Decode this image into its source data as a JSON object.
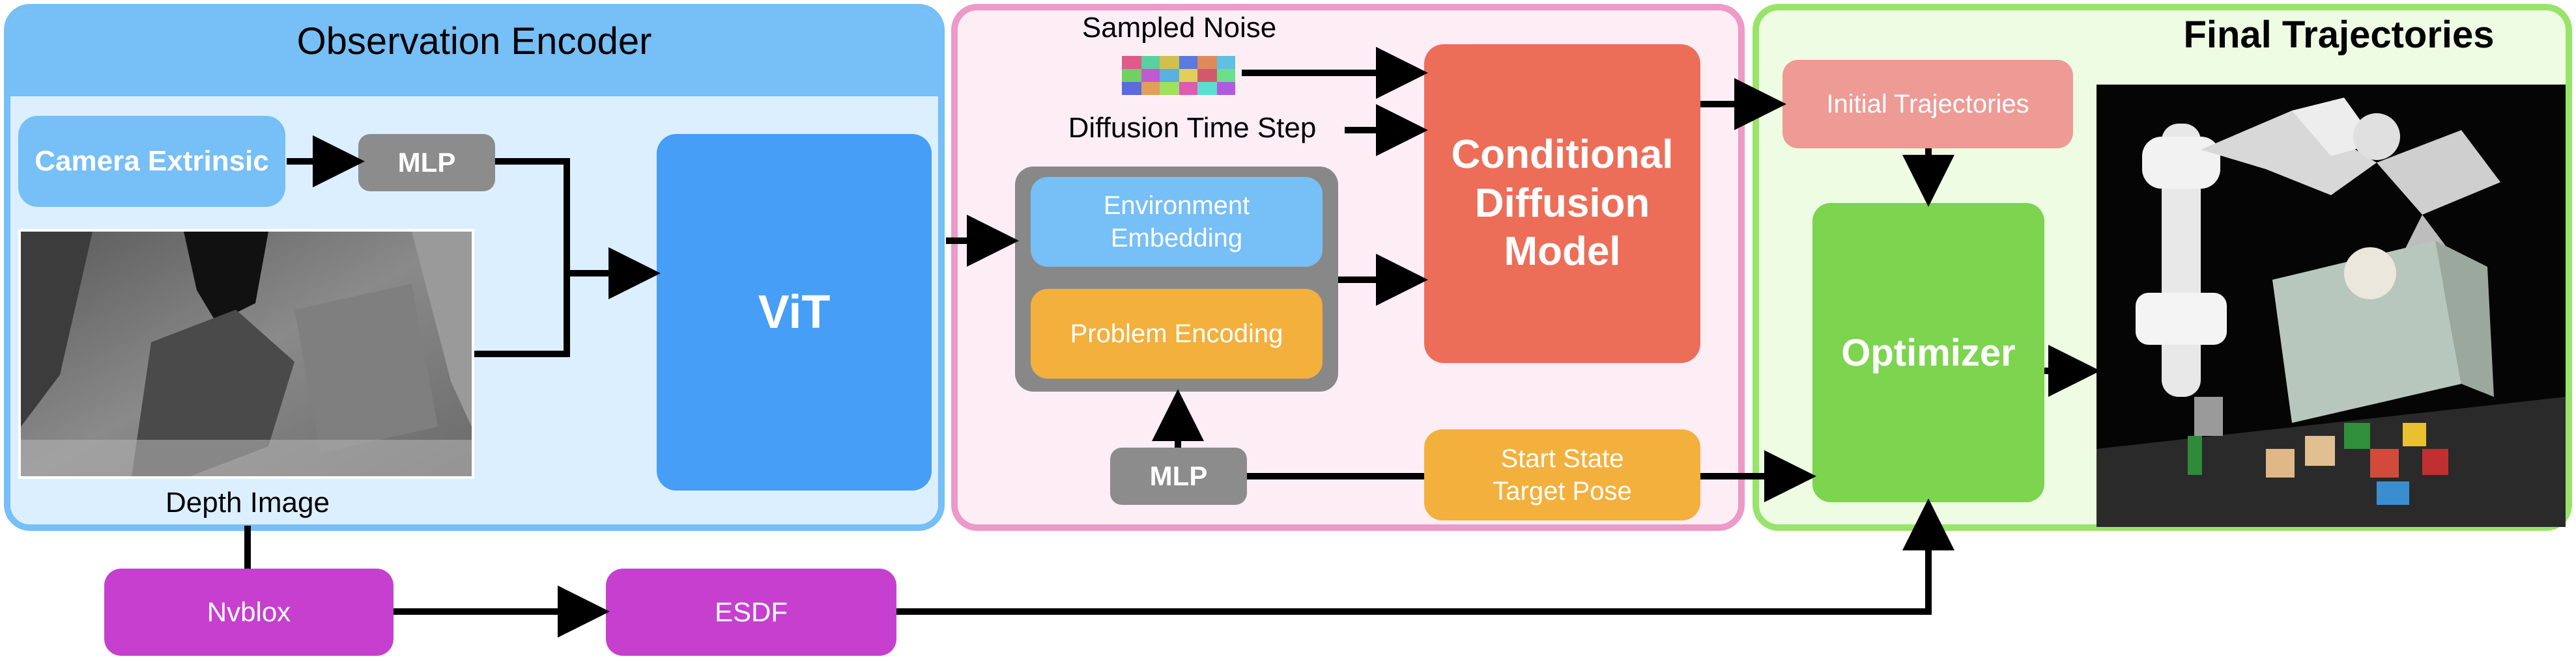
{
  "panels": {
    "observation_encoder": {
      "title": "Observation Encoder"
    },
    "diffusion": {},
    "final": {
      "title": "Final Trajectories"
    }
  },
  "nodes": {
    "camera_extrinsic": "Camera Extrinsic",
    "mlp_top": "MLP",
    "vit": "ViT",
    "depth_image_label": "Depth Image",
    "sampled_noise_label": "Sampled Noise",
    "diffusion_time_step": "Diffusion Time Step",
    "environment_embedding": "Environment Embedding",
    "problem_encoding": "Problem Encoding",
    "conditional_diffusion_model": "Conditional Diffusion Model",
    "mlp_bottom": "MLP",
    "start_state_target_pose": "Start State Target Pose",
    "initial_trajectories": "Initial Trajectories",
    "optimizer": "Optimizer",
    "nvblox": "Nvblox",
    "esdf": "ESDF"
  },
  "colors": {
    "encoder_fill": "#dcefff",
    "encoder_border": "#76bff7",
    "encoder_header": "#76bff7",
    "diffusion_fill": "#fdeef6",
    "diffusion_border": "#ec9ac7",
    "final_fill": "#eefce4",
    "final_border": "#98e46a",
    "light_blue": "#76bff7",
    "vit_blue": "#469ef6",
    "gray": "#8c8c8c",
    "dark_gray": "#888888",
    "orange": "#f3b03c",
    "coral": "#ec6e58",
    "pink": "#ee9b95",
    "green": "#7dd44f",
    "magenta": "#c63fcf"
  }
}
